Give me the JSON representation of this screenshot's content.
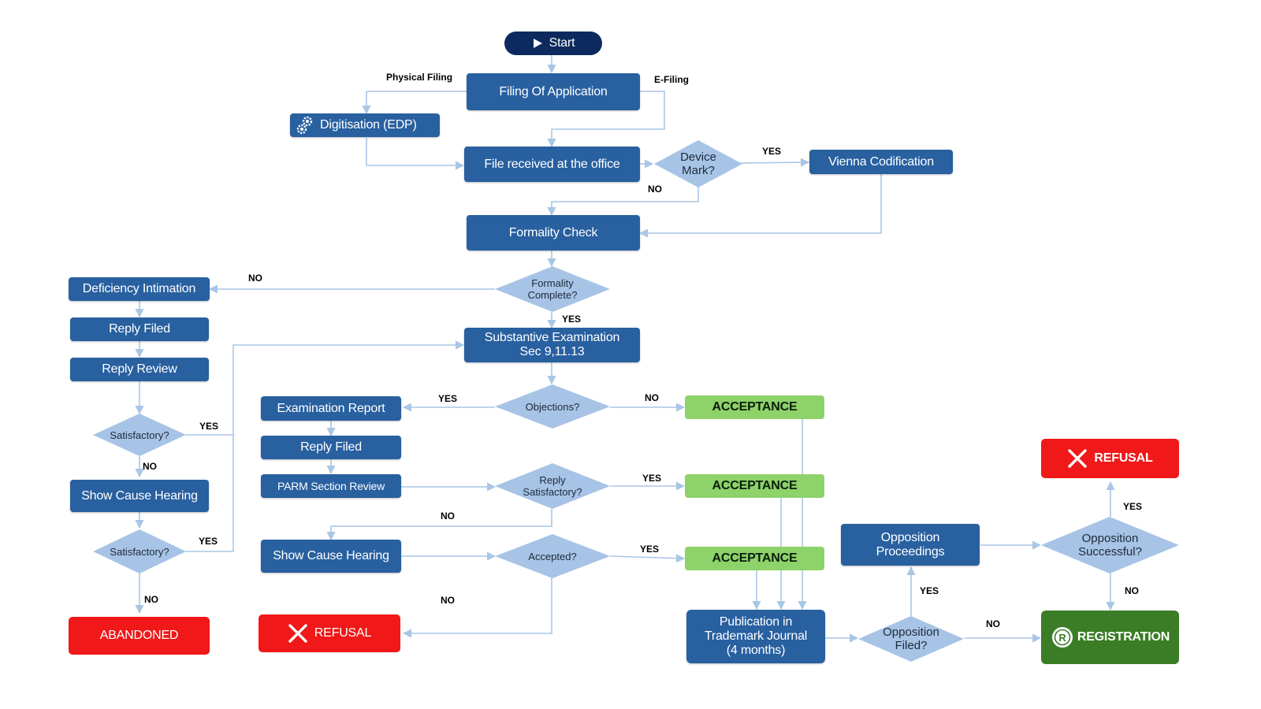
{
  "nodes": {
    "start": "Start",
    "filing": "Filing Of Application",
    "digitisation": "Digitisation (EDP)",
    "file_received": "File received at the office",
    "device_mark": "Device Mark?",
    "vienna": "Vienna Codification",
    "formality_check": "Formality Check",
    "formality_complete": "Formality Complete?",
    "deficiency": "Deficiency Intimation",
    "reply_filed_left": "Reply Filed",
    "reply_review": "Reply Review",
    "satisfactory_1": "Satisfactory?",
    "show_cause_left": "Show Cause Hearing",
    "satisfactory_2": "Satisfactory?",
    "abandoned": "ABANDONED",
    "substantive_line1": "Substantive Examination",
    "substantive_line2": "Sec 9,11.13",
    "objections": "Objections?",
    "exam_report": "Examination Report",
    "reply_filed_mid": "Reply Filed",
    "parm_review": "PARM Section Review",
    "reply_satisfactory": "Reply Satisfactory?",
    "show_cause_mid": "Show Cause Hearing",
    "accepted": "Accepted?",
    "refusal_mid": "REFUSAL",
    "acceptance_1": "ACCEPTANCE",
    "acceptance_2": "ACCEPTANCE",
    "acceptance_3": "ACCEPTANCE",
    "publication_line1": "Publication in",
    "publication_line2": "Trademark Journal",
    "publication_line3": "(4 months)",
    "opposition_filed": "Opposition Filed?",
    "opposition_proceedings": "Opposition Proceedings",
    "opposition_successful": "Opposition Successful?",
    "refusal_right": "REFUSAL",
    "registration": "REGISTRATION"
  },
  "edge_labels": {
    "physical_filing": "Physical Filing",
    "e_filing": "E-Filing",
    "device_yes": "YES",
    "device_no": "NO",
    "formality_no": "NO",
    "formality_yes": "YES",
    "objections_yes": "YES",
    "objections_no": "NO",
    "sat1_yes": "YES",
    "sat1_no": "NO",
    "sat2_yes": "YES",
    "sat2_no": "NO",
    "reply_sat_yes": "YES",
    "reply_sat_no": "NO",
    "accepted_yes": "YES",
    "accepted_no": "NO",
    "opp_filed_yes": "YES",
    "opp_filed_no": "NO",
    "opp_success_yes": "YES",
    "opp_success_no": "NO"
  },
  "icons": {
    "start": "play-icon",
    "digitisation": "gears-icon",
    "refusal": "x-icon",
    "registration": "registered-icon"
  },
  "colors": {
    "process": "#2860a0",
    "start": "#0c2a5e",
    "decision": "#a7c4e6",
    "acceptance": "#8ed26a",
    "refusal": "#f01818",
    "registration": "#3a7d26",
    "connector": "#a9c6e6"
  }
}
